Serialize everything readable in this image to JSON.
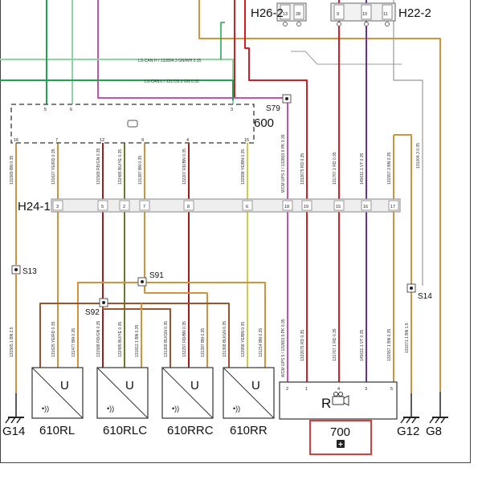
{
  "connectors": {
    "h26_2": "H26-2",
    "h22_2": "H22-2",
    "h24_1": "H24-1",
    "h26_pins": [
      "13",
      "28"
    ],
    "h22_pins": [
      "9",
      "10",
      "11"
    ],
    "h24_pins_left": [
      "3",
      "5",
      "2",
      "7",
      "8",
      "6"
    ],
    "h24_pins_right": [
      "18",
      "19",
      "15",
      "16",
      "17"
    ]
  },
  "splices": {
    "s79": "S79",
    "s13": "S13",
    "s91": "S91",
    "s92": "S92",
    "s14": "S14"
  },
  "module_600": {
    "label": "600",
    "pins": [
      "16",
      "7",
      "12",
      "9",
      "4",
      "15"
    ],
    "bus_pins": [
      "5",
      "6",
      "3"
    ]
  },
  "bus_lines": {
    "can_h": "LS-CAN-H / 132804.3 GN/WH 0.35",
    "can_l": "LS-CAN-L / 131739.2 GN 0.35"
  },
  "wire_labels_upper": [
    "131569 BN 0.35",
    "131627 YE/RD 0.35",
    "131568 RD/GN 0.35",
    "132485 BU/YE 0.35",
    "131387 BN 0.35",
    "132207 RD/BN 0.35",
    "132998 YE/BN 0.35",
    "WCM UPS 3 / 132803.6 PK 0.35",
    "1332675 RD 0.35",
    "131767.1 RD 0.35",
    "145611.1 VT 0.35",
    "131557.3 BN 0.35",
    "131004.3 0.35"
  ],
  "wire_labels_lower": [
    "131565.1 BN 2.5",
    "131625 YE/RD 0.35",
    "131477 BN 0.35",
    "131588 RD/GN 0.35",
    "132485 BU/YE 0.35",
    "131812.1 BN 0.35",
    "131368 BU/GN 0.35",
    "132297 RD/BN 0.35",
    "131397 BN 0.35",
    "131368 BU/GN 0.35",
    "132958 YE/BN 0.35",
    "131214 BN 0.35",
    "WCM UPS 5 / 132803.5 PK 0.35",
    "1332675 RD 0.35",
    "131767.1 RD 0.35",
    "145611.1 VT 0.35",
    "131557.1 BN 0.35",
    "131671.1 BN 1.5"
  ],
  "sensors": [
    {
      "id": "610RL",
      "letter": "U"
    },
    {
      "id": "610RLC",
      "letter": "U"
    },
    {
      "id": "610RRC",
      "letter": "U"
    },
    {
      "id": "610RR",
      "letter": "U"
    }
  ],
  "camera": {
    "letter": "R",
    "pins": [
      "2",
      "1",
      "4",
      "3",
      "5"
    ],
    "id": "700",
    "expand": "+"
  },
  "grounds": {
    "g14": "G14",
    "g12": "G12",
    "g8": "G8"
  },
  "colors": {
    "brown": "#d4923a",
    "red": "#e0181f",
    "pink": "#c94fb3",
    "purple": "#6a2f9e",
    "green": "#1aa64a",
    "light_green": "#8ad6a0",
    "gray": "#999999",
    "dark_red": "#a31c1c",
    "olive": "#6b7a2a",
    "yellow": "#d6c94a",
    "highlight": "#e53935"
  }
}
